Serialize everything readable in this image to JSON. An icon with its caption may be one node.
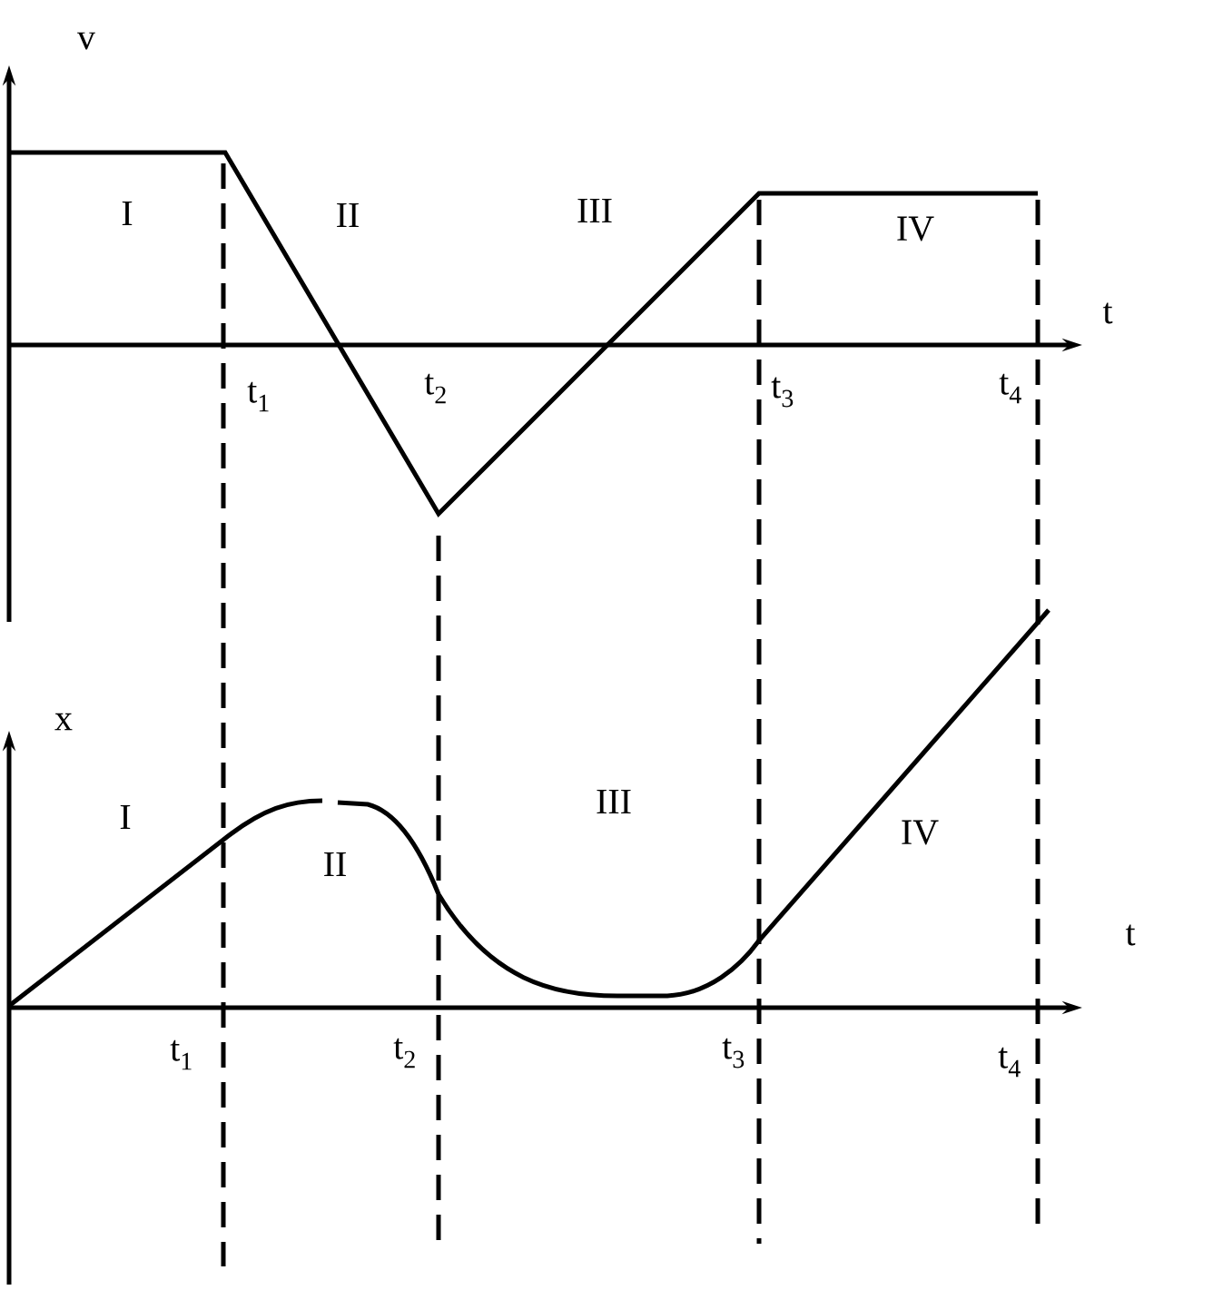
{
  "diagram": {
    "labels": [
      "v",
      "I",
      "II",
      "III",
      "IV",
      "t",
      "t$_{1}$",
      "t$_{2}$",
      "t$_{3}$",
      "t$_{4}$",
      "x",
      "I",
      "III",
      "IV",
      "II",
      "t",
      "t$_{1}$",
      "t$_{2}$",
      "t$_{3}$",
      "t$_{4}$"
    ]
  }
}
